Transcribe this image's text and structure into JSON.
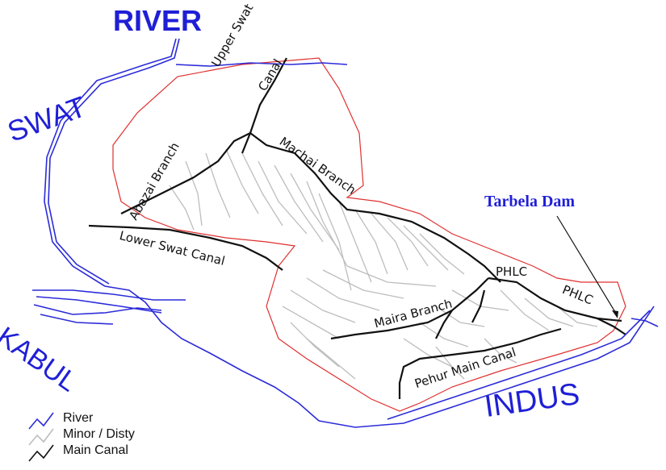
{
  "labels": {
    "river_top": "RIVER",
    "swat": "SWAT",
    "kabul": "KABUL",
    "indus": "INDUS",
    "tarbela": "Tarbela Dam",
    "upper_swat": "Upper Swat",
    "canal_upper": "Canal",
    "abazai": "Abazai Branch",
    "machai": "Machai Branch",
    "lower_swat": "Lower Swat Canal",
    "phlc_1": "PHLC",
    "phlc_2": "PHLC",
    "maira": "Maira Branch",
    "pehur": "Pehur Main Canal"
  },
  "legend": [
    {
      "label": "River",
      "color": "#2b2bd9"
    },
    {
      "label": "Minor / Disty",
      "color": "#bdbdbd"
    },
    {
      "label": "Main Canal",
      "color": "#111111"
    }
  ],
  "colors": {
    "river": "#2b2bd9",
    "boundary": "#e03030",
    "minor": "#bdbdbd",
    "main_canal": "#111111"
  }
}
